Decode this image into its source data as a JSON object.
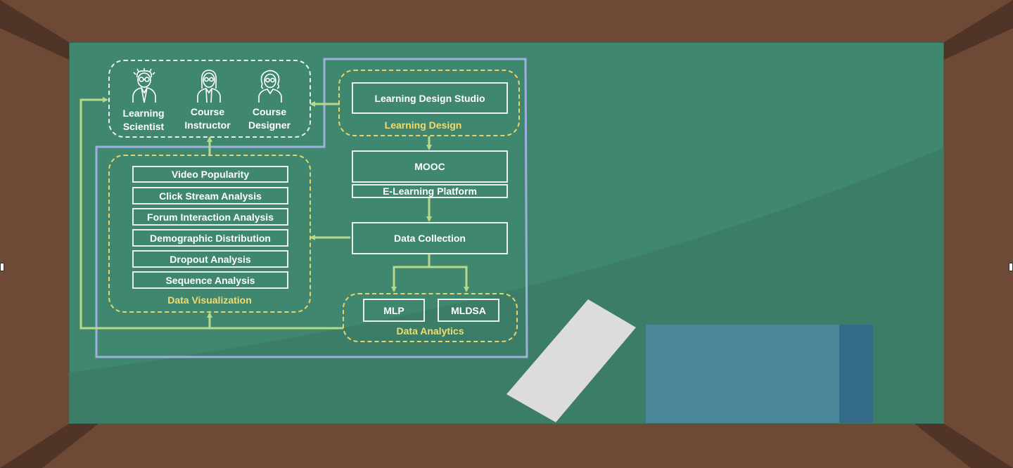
{
  "roles": [
    {
      "line1": "Learning",
      "line2": "Scientist",
      "icon": "scientist-icon"
    },
    {
      "line1": "Course",
      "line2": "Instructor",
      "icon": "instructor-icon"
    },
    {
      "line1": "Course",
      "line2": "Designer",
      "icon": "designer-icon"
    }
  ],
  "learning_design": {
    "studio": "Learning Design Studio",
    "label": "Learning Design"
  },
  "platform": {
    "mooc": "MOOC",
    "elearning": "E-Learning Platform"
  },
  "data_collection": "Data Collection",
  "visualization": {
    "items": [
      "Video Popularity",
      "Click Stream Analysis",
      "Forum Interaction Analysis",
      "Demographic Distribution",
      "Dropout Analysis",
      "Sequence Analysis"
    ],
    "label": "Data Visualization"
  },
  "analytics": {
    "mlp": "MLP",
    "mldsa": "MLDSA",
    "label": "Data Analytics"
  },
  "colors": {
    "board": "#40876f",
    "frame": "#6e4a36",
    "arrow": "#b7d98c",
    "outline": "#9fb0df",
    "dashed_label": "#f2dc6e"
  }
}
